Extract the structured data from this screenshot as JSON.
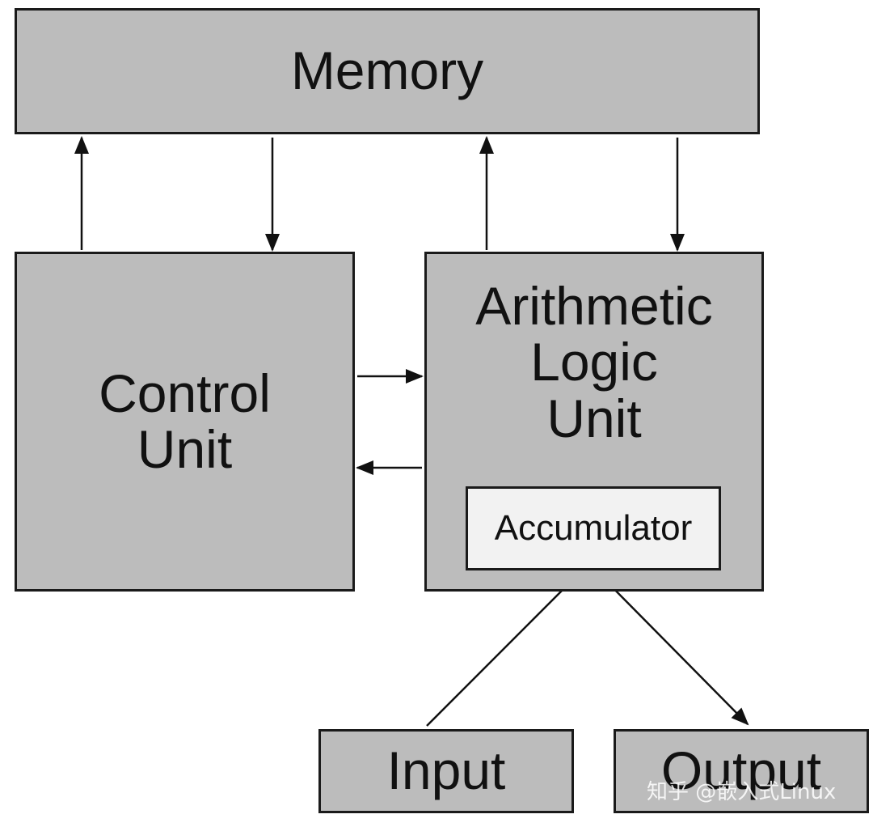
{
  "diagram": {
    "memory": {
      "label": "Memory"
    },
    "control_unit": {
      "label_line1": "Control",
      "label_line2": "Unit"
    },
    "alu": {
      "label_line1": "Arithmetic",
      "label_line2": "Logic",
      "label_line3": "Unit"
    },
    "accumulator": {
      "label": "Accumulator"
    },
    "input": {
      "label": "Input"
    },
    "output": {
      "label": "Output"
    }
  },
  "watermark": {
    "text": "知乎 @嵌入式Linux"
  },
  "colors": {
    "box_fill": "#bcbcbc",
    "accumulator_fill": "#f2f2f2",
    "stroke": "#1a1a1a"
  }
}
